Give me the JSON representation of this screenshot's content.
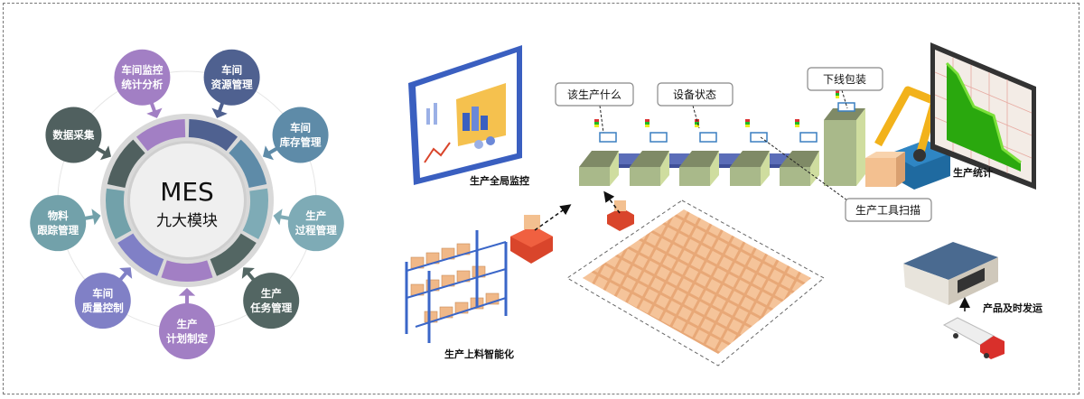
{
  "mes": {
    "title": "MES",
    "subtitle": "九大模块",
    "modules": [
      {
        "lines": [
          "车间监控",
          "统计分析"
        ],
        "color": "#a27fc4"
      },
      {
        "lines": [
          "车间",
          "资源管理"
        ],
        "color": "#4f6190"
      },
      {
        "lines": [
          "车间",
          "库存管理"
        ],
        "color": "#5e8ba8"
      },
      {
        "lines": [
          "生产",
          "过程管理"
        ],
        "color": "#7eabb6"
      },
      {
        "lines": [
          "生产",
          "任务管理"
        ],
        "color": "#536663"
      },
      {
        "lines": [
          "生产",
          "计划制定"
        ],
        "color": "#a27fc4"
      },
      {
        "lines": [
          "车间",
          "质量控制"
        ],
        "color": "#8080c6"
      },
      {
        "lines": [
          "物料",
          "跟踪管理"
        ],
        "color": "#72a1aa"
      },
      {
        "lines": [
          "数据采集"
        ],
        "color": "#50605f"
      }
    ]
  },
  "factory": {
    "callout_what": "该生产什么",
    "callout_status": "设备状态",
    "callout_pack": "下线包装",
    "callout_scan": "生产工具扫描",
    "label_monitor": "生产全局监控",
    "label_stats": "生产统计",
    "label_feed": "生产上料智能化",
    "label_ship": "产品及时发运"
  },
  "colors": {
    "belt": "#5b6db8",
    "station": "#a9b98a",
    "box": "#f0b888",
    "agv": "#d9452b"
  }
}
